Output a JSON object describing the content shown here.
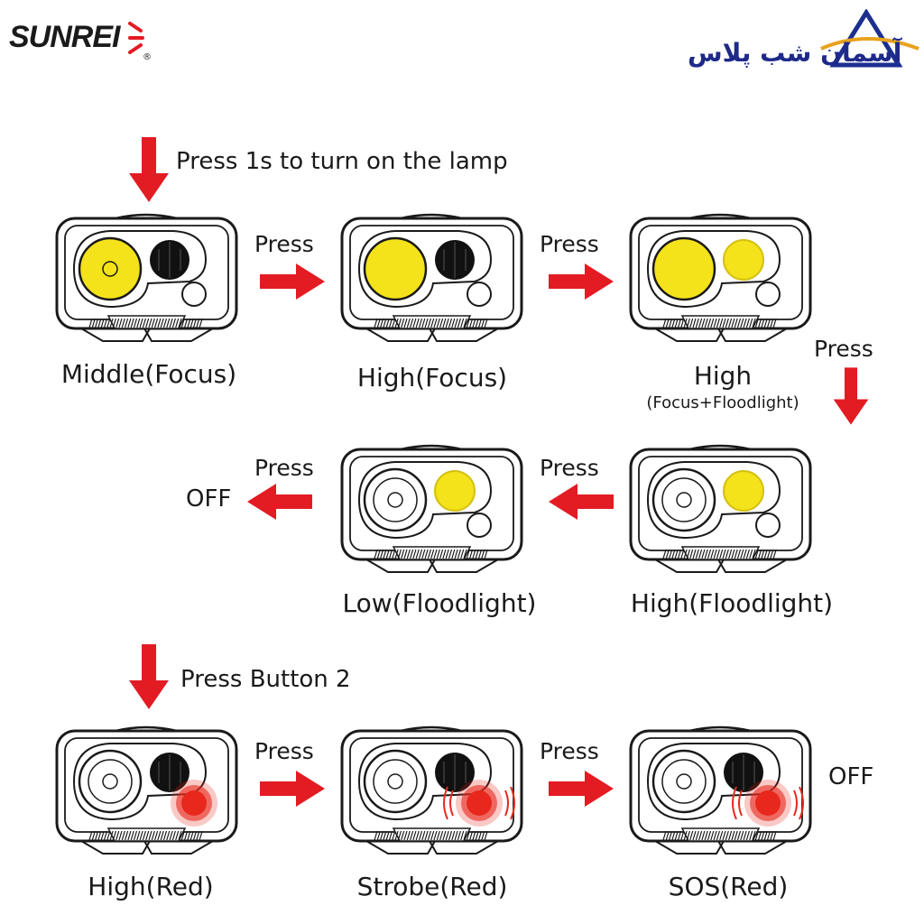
{
  "brand": {
    "logo_text": "SUNREI",
    "registered": "®"
  },
  "store": {
    "logo_text": "آسمان شب پلاس",
    "accent": "#1e2a8a",
    "triangle_color": "#1b2f8f",
    "swoosh_color": "#e8a21c"
  },
  "colors": {
    "arrow": "#e31b23",
    "focus_light": "#f4e21a",
    "red_light": "#e8281c",
    "outline": "#1a1a1a"
  },
  "instructions": {
    "turn_on": "Press 1s to turn on the lamp",
    "button2": "Press Button 2"
  },
  "press_label": "Press",
  "off_label": "OFF",
  "row1": {
    "modes": [
      {
        "label": "Middle(Focus)",
        "state": "middle-focus"
      },
      {
        "label": "High(Focus)",
        "state": "high-focus"
      },
      {
        "label": "High",
        "sublabel": "(Focus+Floodlight)",
        "state": "high-both"
      }
    ]
  },
  "row2": {
    "modes": [
      {
        "label": "Low(Floodlight)",
        "state": "low-flood"
      },
      {
        "label": "High(Floodlight)",
        "state": "high-flood"
      }
    ]
  },
  "row3": {
    "modes": [
      {
        "label": "High(Red)",
        "state": "red"
      },
      {
        "label": "Strobe(Red)",
        "state": "strobe"
      },
      {
        "label": "SOS(Red)",
        "state": "sos"
      }
    ]
  }
}
